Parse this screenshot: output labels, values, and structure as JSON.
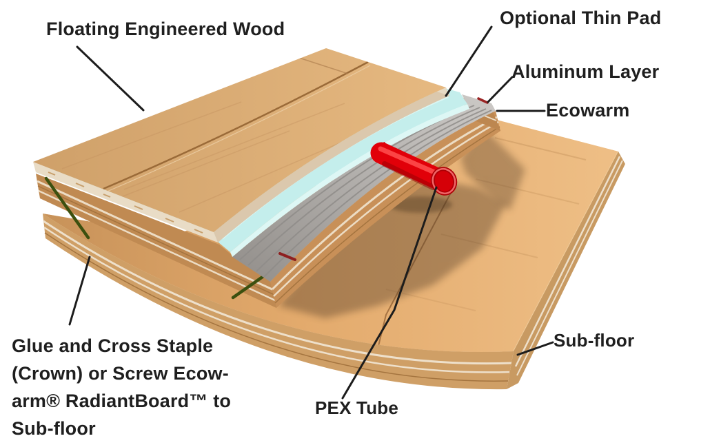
{
  "labels": {
    "floating_engineered_wood": "Floating Engineered Wood",
    "optional_thin_pad": "Optional Thin Pad",
    "aluminum_layer": "Aluminum Layer",
    "ecowarm": "Ecowarm",
    "sub_floor": "Sub-floor",
    "pex_tube": "PEX Tube"
  },
  "glue_note": {
    "lines": [
      "Glue and Cross Staple",
      "(Crown) or Screw Ecow-",
      "arm® RadiantBoard™ to",
      "Sub-floor"
    ]
  },
  "colors": {
    "label_text": "#1f1f1f",
    "leader_line": "#1c1c1c",
    "plank_wood": "#d9a871",
    "plank_edge_plywood": "#e9dcc6",
    "pad_cyan": "#c4eeec",
    "pad_edge_cyan": "#ddf7f5",
    "aluminum_gray": "#b4b1ae",
    "board_wood": "#c08a52",
    "board_lamination": "#ecdcc4",
    "subfloor_wood": "#e4ac6f",
    "subfloor_face": "#cf9f66",
    "tube_red": "#e10009",
    "staple_green": "#3c500f",
    "staple_red": "#8e2020",
    "shadow_brown": "#5c432a"
  }
}
